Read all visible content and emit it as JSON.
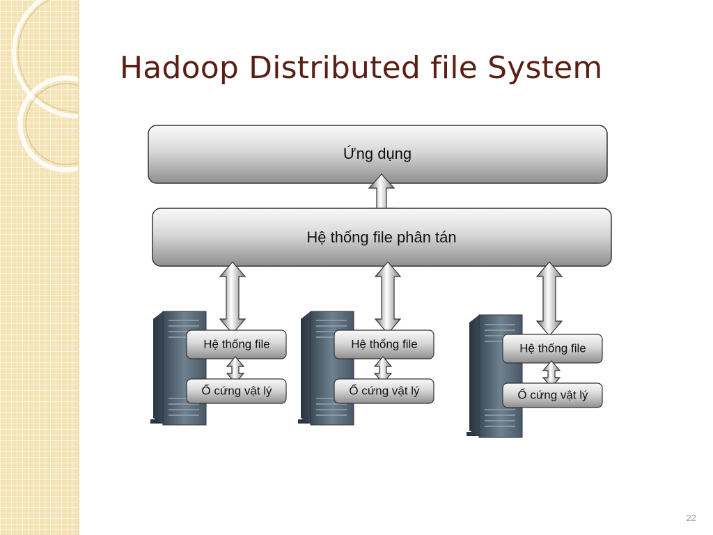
{
  "slide": {
    "title": "Hadoop Distributed file System",
    "page_number": "22"
  },
  "diagram": {
    "application_layer": "Ứng dụng",
    "distributed_fs_layer": "Hệ thống file phân tán",
    "nodes": [
      {
        "filesystem": "Hệ thống file",
        "disk": "Ổ cứng vật lý"
      },
      {
        "filesystem": "Hệ thống file",
        "disk": "Ổ cứng vật lý"
      },
      {
        "filesystem": "Hệ thống file",
        "disk": "Ổ cứng vật lý"
      }
    ]
  },
  "colors": {
    "title": "#5a1f14",
    "side_panel": "#f3e3b5",
    "box_border": "#333333"
  },
  "icons": [
    "server-tower-icon",
    "double-arrow-icon"
  ]
}
